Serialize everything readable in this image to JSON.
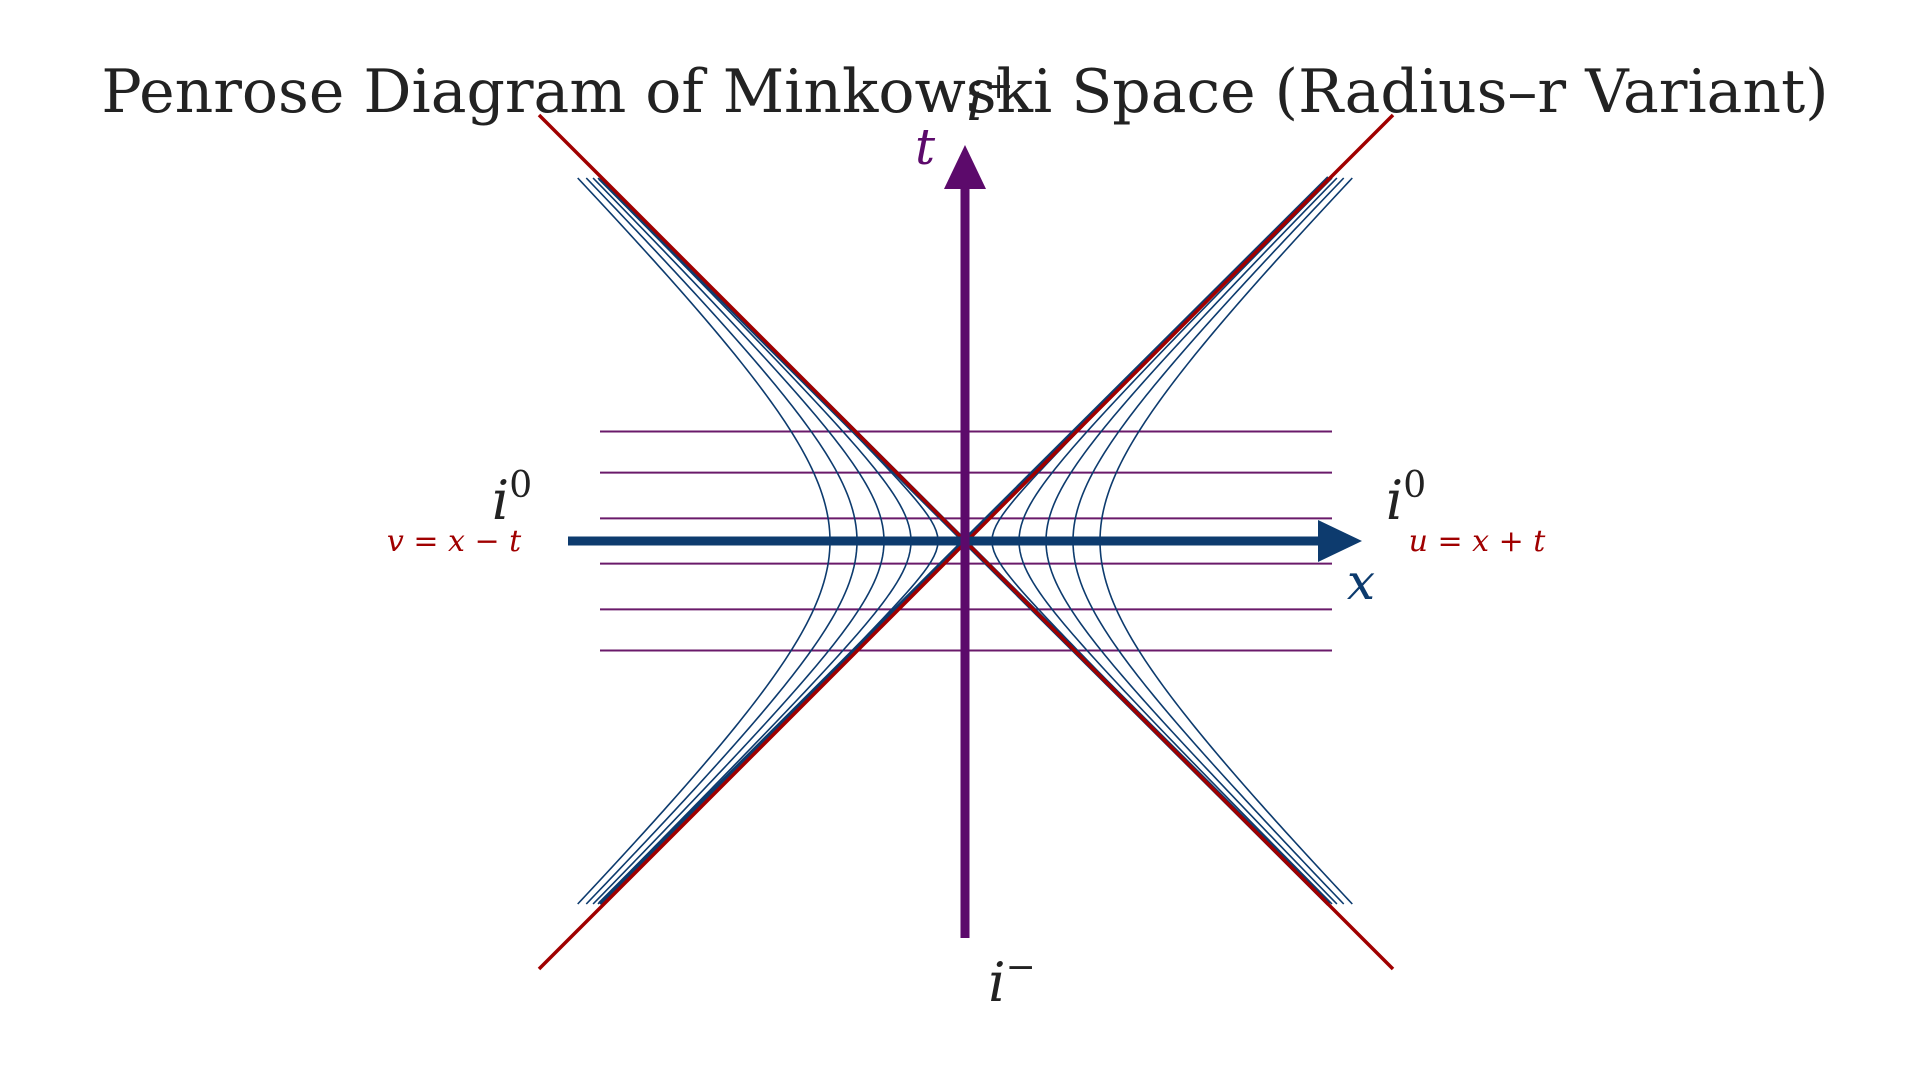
{
  "title": "Penrose Diagram of Minkowski Space (Radius–r Variant)",
  "colors": {
    "null_boundary": "#a00000",
    "hyperbola": "#0d3b6e",
    "time_slice": "#6a1a6a",
    "t_axis": "#5c0a6b",
    "x_axis": "#0d3b6e",
    "label_dark": "#222222",
    "label_red": "#a00000"
  },
  "labels": {
    "i_plus_base": "i",
    "i_plus_sup": "+",
    "i_minus_base": "i",
    "i_minus_sup": "−",
    "i0_left_base": "i",
    "i0_left_sup": "0",
    "i0_right_base": "i",
    "i0_right_sup": "0",
    "t_axis": "t",
    "x_axis": "x",
    "v_coord": "v = x − t",
    "u_coord": "u = x + t"
  },
  "hyperbola_params": [
    0.03,
    0.06,
    0.09,
    0.12,
    0.15
  ],
  "time_slice_values": [
    -0.16,
    -0.1,
    -0.033,
    0.033,
    0.1,
    0.16
  ]
}
